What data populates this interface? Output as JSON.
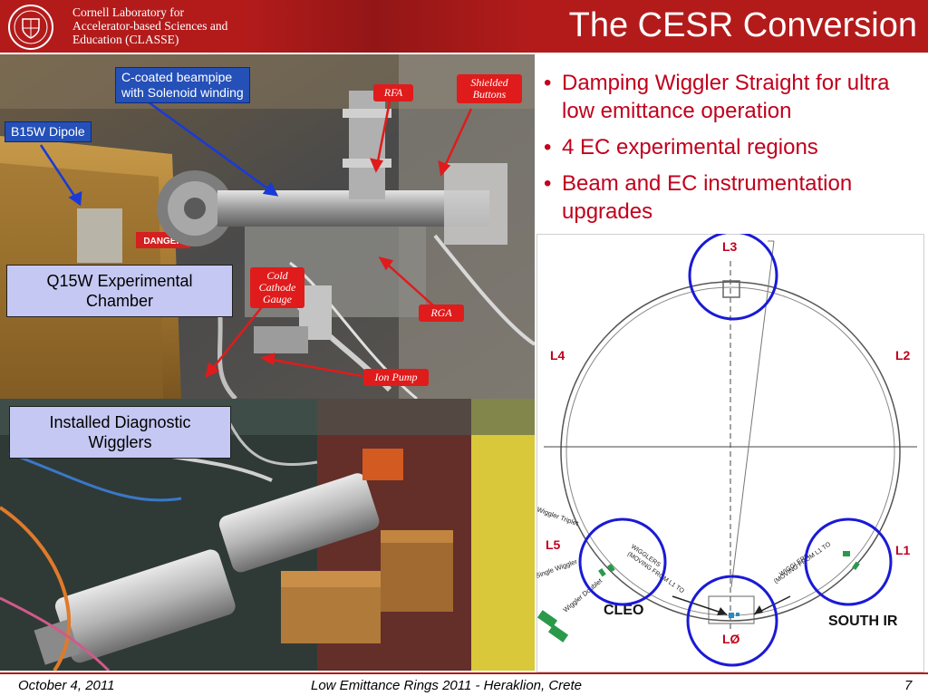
{
  "header": {
    "lab_name_lines": [
      "Cornell Laboratory for",
      "Accelerator-based Sciences and",
      "Education (CLASSE)"
    ],
    "title": "The CESR Conversion",
    "bg_color": "#b31b1b"
  },
  "photo_top": {
    "labels": {
      "c_coated_line1": "C-coated beampipe",
      "c_coated_line2": "with Solenoid winding",
      "b15w": "B15W Dipole",
      "rfa": "RFA",
      "shielded_line1": "Shielded",
      "shielded_line2": "Buttons",
      "cold_line1": "Cold",
      "cold_line2": "Cathode",
      "cold_line3": "Gauge",
      "rga": "RGA",
      "ion_pump": "Ion Pump",
      "danger": "DANGER",
      "q15w_line1": "Q15W Experimental",
      "q15w_line2": "Chamber"
    }
  },
  "photo_bottom": {
    "label_line1": "Installed Diagnostic",
    "label_line2": "Wigglers"
  },
  "bullets": [
    "Damping Wiggler Straight for ultra low emittance operation",
    "4 EC experimental regions",
    "Beam and EC instrumentation upgrades"
  ],
  "ring": {
    "region_labels": {
      "l3": "L3",
      "l4": "L4",
      "l2": "L2",
      "l5": "L5",
      "l1": "L1",
      "l0": "LØ"
    },
    "experiments": {
      "cleo": "CLEO",
      "south_ir": "SOUTH IR"
    },
    "annotations": {
      "wigglers_left_1": "WIGGLERS",
      "wigglers_left_2": "(MOVING FROM L1 TO",
      "wigglers_right_1": "WIGGLERS",
      "wigglers_right_2": "(MOVING FROM L1 TO",
      "wiggler_triplet": "Wiggler Triplet",
      "single_wiggler": "Single Wiggler",
      "wiggler_doublet": "Wiggler Doublet"
    },
    "label_color": "#c0001c",
    "circle_color": "#1a1ad6"
  },
  "footer": {
    "date": "October 4, 2011",
    "event": "Low Emittance Rings 2011 - Heraklion, Crete",
    "page": "7"
  }
}
